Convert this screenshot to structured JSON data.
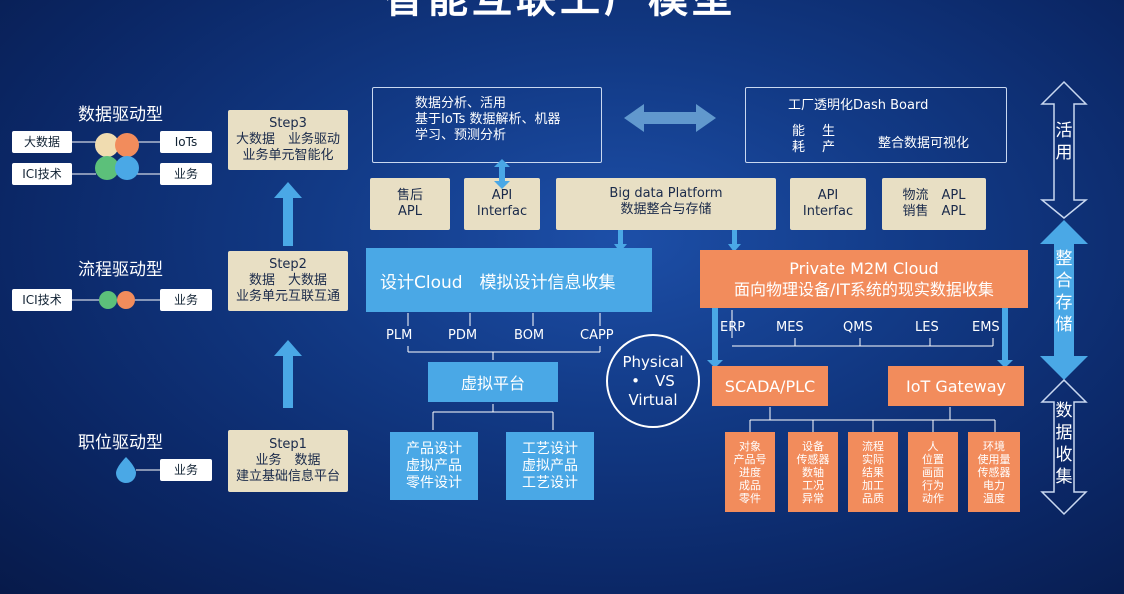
{
  "title": "智能互联工厂模型",
  "left": {
    "data_driven": "数据驱动型",
    "process_driven": "流程驱动型",
    "position_driven": "职位驱动型",
    "tags_top": [
      "大数据",
      "ICI技术",
      "IoTs",
      "业务"
    ],
    "tags_mid": [
      "ICI技术",
      "业务"
    ],
    "tags_bot": [
      "业务"
    ]
  },
  "steps": [
    {
      "name": "Step3",
      "l1": "大数据　业务驱动",
      "l2": "业务单元智能化"
    },
    {
      "name": "Step2",
      "l1": "数据　大数据",
      "l2": "业务单元互联互通"
    },
    {
      "name": "Step1",
      "l1": "业务　数据",
      "l2": "建立基础信息平台"
    }
  ],
  "analysis": {
    "l1": "数据分析、活用",
    "l2": "基于IoTs 数据解析、机器",
    "l3": "学习、预测分析"
  },
  "dashboard": {
    "title": "工厂透明化Dash Board",
    "c1": "能",
    "c2": "耗",
    "c3": "生",
    "c4": "产",
    "right": "整合数据可视化"
  },
  "tan_row": {
    "aftersale_1": "售后",
    "aftersale_2": "APL",
    "api1_1": "API",
    "api1_2": "Interfac",
    "bigdata_1": "Big data Platform",
    "bigdata_2": "数据整合与存储",
    "api2_1": "API",
    "api2_2": "Interfac",
    "logistics": "物流　APL",
    "sales": "销售　APL"
  },
  "design_cloud": "设计Cloud　模拟设计信息收集",
  "private_cloud": {
    "l1": "Private M2M Cloud",
    "l2": "面向物理设备/IT系统的现实数据收集"
  },
  "design_items": [
    "PLM",
    "PDM",
    "BOM",
    "CAPP"
  ],
  "virtual_platform": "虚拟平台",
  "virtual_children": [
    {
      "l1": "产品设计",
      "l2": "虚拟产品",
      "l3": "零件设计"
    },
    {
      "l1": "工艺设计",
      "l2": "虚拟产品",
      "l3": "工艺设计"
    }
  ],
  "pv": {
    "l1": "Physical",
    "l2": "•　VS",
    "l3": "Virtual"
  },
  "systems": [
    "ERP",
    "MES",
    "QMS",
    "LES",
    "EMS"
  ],
  "scada": "SCADA/PLC",
  "gateway": "IoT Gateway",
  "sensors": [
    [
      "对象",
      "产品号",
      "进度",
      "成品",
      "零件"
    ],
    [
      "设备",
      "传感器",
      "数轴",
      "工况",
      "异常"
    ],
    [
      "流程",
      "实际",
      "结果",
      "加工",
      "品质"
    ],
    [
      "人",
      "位置",
      "画面",
      "行为",
      "动作"
    ],
    [
      "环境",
      "使用量",
      "传感器",
      "电力",
      "温度"
    ]
  ],
  "right_side": {
    "use": "活用",
    "store": "整合存储",
    "collect": "数据收集"
  }
}
